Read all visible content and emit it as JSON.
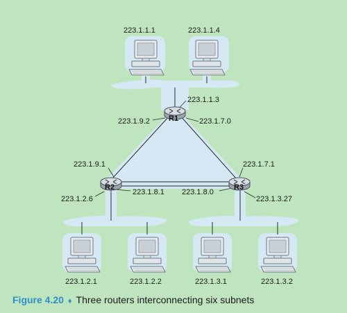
{
  "routers": {
    "r1": "R1",
    "r2": "R2",
    "r3": "R3"
  },
  "hosts": {
    "top_left": "223.1.1.1",
    "top_right": "223.1.1.4",
    "bottom_1": "223.1.2.1",
    "bottom_2": "223.1.2.2",
    "bottom_3": "223.1.3.1",
    "bottom_4": "223.1.3.2"
  },
  "interfaces": {
    "r1_top": "223.1.1.3",
    "r1_left": "223.1.9.2",
    "r1_right": "223.1.7.0",
    "r2_top": "223.1.9.1",
    "r2_right": "223.1.8.1",
    "r2_bottom": "223.1.2.6",
    "r3_top": "223.1.7.1",
    "r3_left": "223.1.8.0",
    "r3_bottom": "223.1.3.27"
  },
  "caption": {
    "figure": "Figure 4.20",
    "separator": "♦",
    "text": "Three routers interconnecting six subnets"
  },
  "colors": {
    "background": "#bfe5bf",
    "subnet_halo": "#d4e9f4",
    "router_fill": "#cfd5db",
    "caption_accent": "#2d8fc8"
  }
}
